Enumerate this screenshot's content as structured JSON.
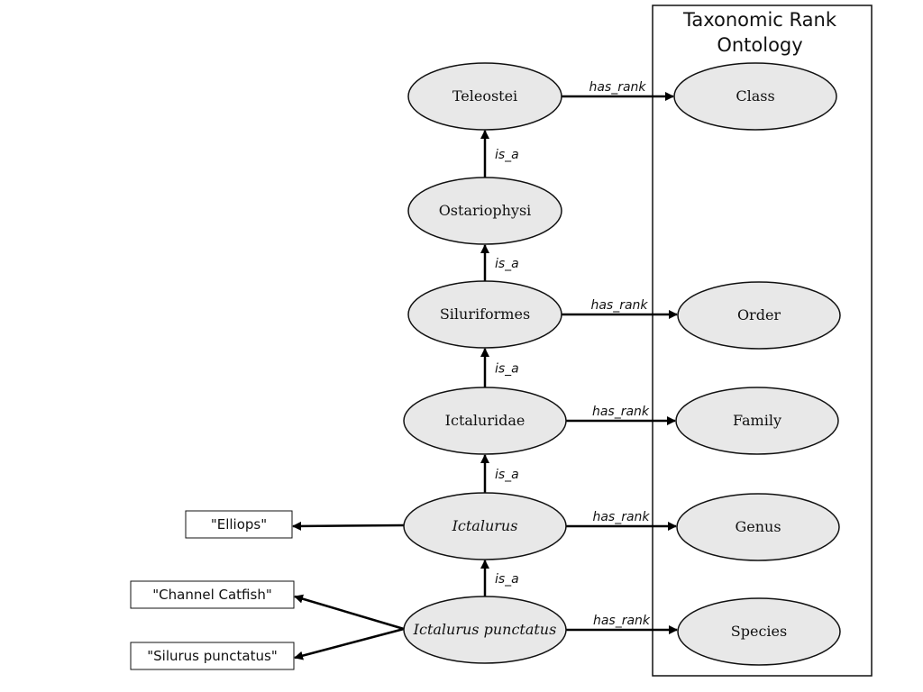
{
  "panel": {
    "title_line1": "Taxonomic Rank",
    "title_line2": "Ontology"
  },
  "taxa": [
    {
      "id": "teleostei",
      "label": "Teleostei",
      "italic": false
    },
    {
      "id": "ostariophysi",
      "label": "Ostariophysi",
      "italic": false
    },
    {
      "id": "siluriformes",
      "label": "Siluriformes",
      "italic": false
    },
    {
      "id": "ictaluridae",
      "label": "Ictaluridae",
      "italic": false
    },
    {
      "id": "ictalurus",
      "label": "Ictalurus",
      "italic": true
    },
    {
      "id": "ictalurus-punctatus",
      "label": "Ictalurus punctatus",
      "italic": true
    }
  ],
  "ranks": [
    {
      "id": "class",
      "label": "Class"
    },
    {
      "id": "order",
      "label": "Order"
    },
    {
      "id": "family",
      "label": "Family"
    },
    {
      "id": "genus",
      "label": "Genus"
    },
    {
      "id": "species",
      "label": "Species"
    }
  ],
  "names": [
    {
      "id": "elliops",
      "label": "\"Elliops\""
    },
    {
      "id": "channel-catfish",
      "label": "\"Channel Catfish\""
    },
    {
      "id": "silurus-punctatus",
      "label": "\"Silurus punctatus\""
    }
  ],
  "edges": {
    "is_a": [
      {
        "from": "ostariophysi",
        "to": "teleostei",
        "label": "is_a"
      },
      {
        "from": "siluriformes",
        "to": "ostariophysi",
        "label": "is_a"
      },
      {
        "from": "ictaluridae",
        "to": "siluriformes",
        "label": "is_a"
      },
      {
        "from": "ictalurus",
        "to": "ictaluridae",
        "label": "is_a"
      },
      {
        "from": "ictalurus-punctatus",
        "to": "ictalurus",
        "label": "is_a"
      }
    ],
    "has_rank": [
      {
        "from": "teleostei",
        "to": "class",
        "label": "has_rank"
      },
      {
        "from": "siluriformes",
        "to": "order",
        "label": "has_rank"
      },
      {
        "from": "ictaluridae",
        "to": "family",
        "label": "has_rank"
      },
      {
        "from": "ictalurus",
        "to": "genus",
        "label": "has_rank"
      },
      {
        "from": "ictalurus-punctatus",
        "to": "species",
        "label": "has_rank"
      }
    ],
    "has_name": [
      {
        "from": "ictalurus",
        "to": "elliops"
      },
      {
        "from": "ictalurus-punctatus",
        "to": "channel-catfish"
      },
      {
        "from": "ictalurus-punctatus",
        "to": "silurus-punctatus"
      }
    ]
  }
}
